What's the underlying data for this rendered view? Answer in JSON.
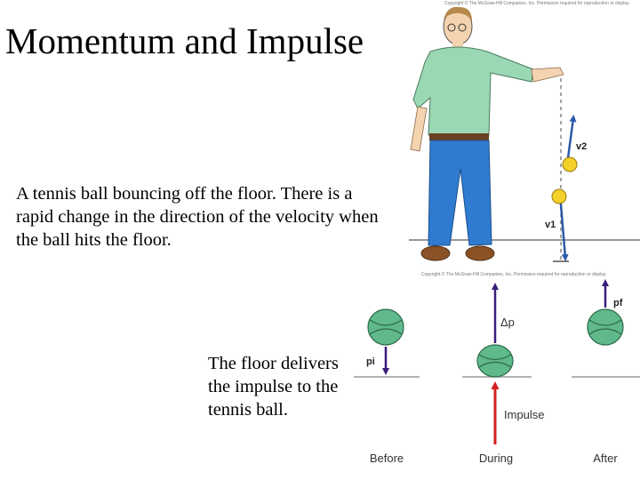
{
  "slide": {
    "title": "Momentum and Impulse",
    "caption_main": "A tennis ball bouncing off the floor. There is a rapid change in the direction of the velocity when the ball hits the floor.",
    "caption_secondary": "The floor delivers the impulse to the tennis ball."
  },
  "figure_top": {
    "copyright_top": "Copyright © The McGraw-Hill Companies, Inc. Permission required for reproduction or display.",
    "copyright_bottom": "Copyright © The McGraw-Hill Companies, Inc. Permission required for reproduction or display.",
    "velocity_up_label": "v2",
    "velocity_down_label": "v1"
  },
  "figure_bottom": {
    "initial_momentum_label": "pi",
    "change_momentum_label": "Δp",
    "final_momentum_label": "pf",
    "impulse_label": "Impulse",
    "stage_labels": [
      "Before",
      "During",
      "After"
    ]
  },
  "colors": {
    "ball_green": "#5fb98a",
    "ball_yellow": "#f3d12a",
    "momentum_arrow": "#3a1d7a",
    "velocity_arrow": "#2a5aa8",
    "impulse_arrow": "#d42020",
    "shirt": "#9ad8b4",
    "jeans": "#2f7bd0"
  }
}
